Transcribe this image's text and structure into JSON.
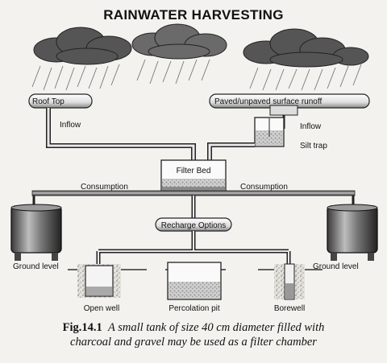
{
  "title": "RAINWATER HARVESTING",
  "labels": {
    "roof_top": "Roof Top",
    "inflow_left": "Inflow",
    "surface_runoff": "Paved/unpaved surface runoff",
    "inflow_right": "Inflow",
    "silt_trap": "Silt trap",
    "filter_bed": "Filter Bed",
    "consumption_left": "Consumption",
    "consumption_right": "Consumption",
    "recharge_options": "Recharge Options",
    "ground_level_left": "Ground level",
    "ground_level_right": "Ground level",
    "open_well": "Open well",
    "percolation_pit": "Percolation pit",
    "borewell": "Borewell"
  },
  "caption": {
    "figure_number": "Fig.14.1",
    "line1": "A small tank of size 40 cm diameter filled with",
    "line2": "charcoal and gravel may be used as a filter chamber"
  }
}
